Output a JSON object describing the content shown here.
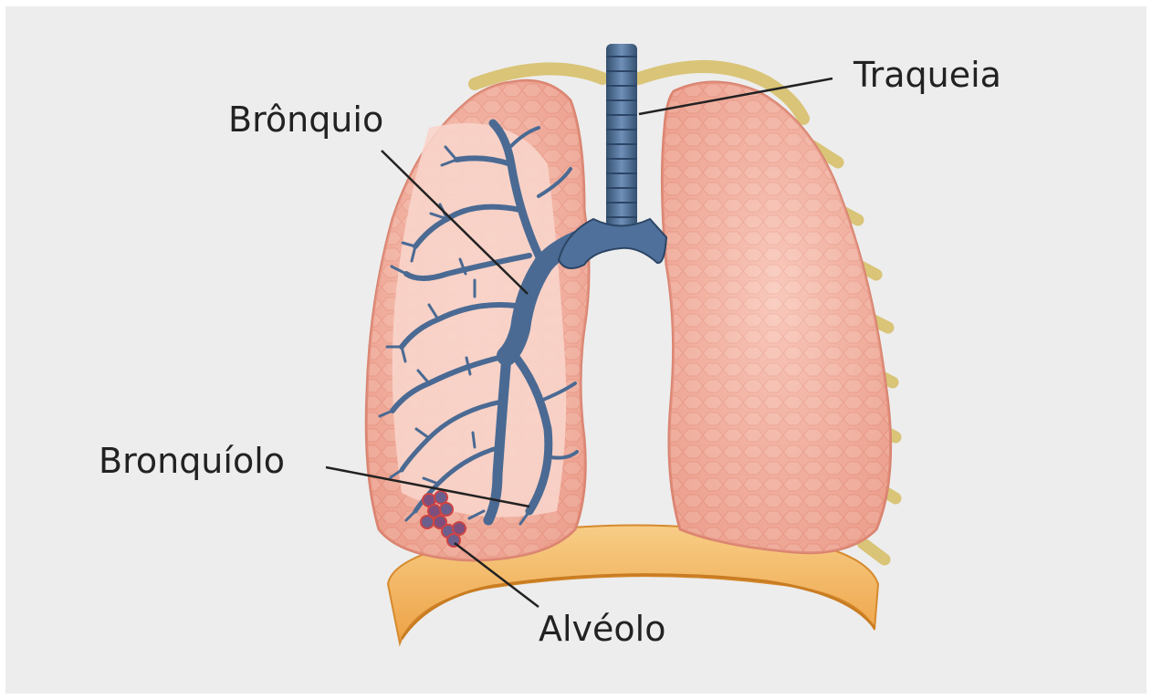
{
  "diagram": {
    "labels": {
      "traqueia": "Traqueia",
      "bronquio": "Brônquio",
      "bronquiolo": "Bronquíolo",
      "alveolo": "Alvéolo"
    },
    "colors": {
      "background": "#ededed",
      "lung": "#f0a594",
      "lung_inner": "#f6c9bd",
      "airway": "#4a6a93",
      "diaphragm": "#f3b25c",
      "rib": "#e0cf82",
      "text": "#222222"
    },
    "icons": [
      "lung-icon",
      "trachea-icon",
      "bronchus-icon",
      "alveolus-icon",
      "diaphragm-icon",
      "rib-icon"
    ]
  }
}
